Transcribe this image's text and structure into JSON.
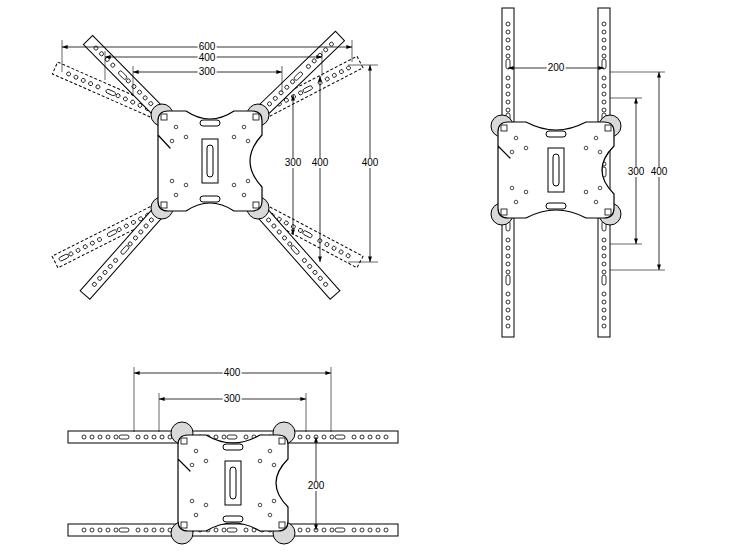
{
  "diagram": {
    "labels": [
      "600",
      "400",
      "300",
      "300",
      "400",
      "400",
      "200",
      "300",
      "400",
      "400",
      "300",
      "200"
    ]
  }
}
